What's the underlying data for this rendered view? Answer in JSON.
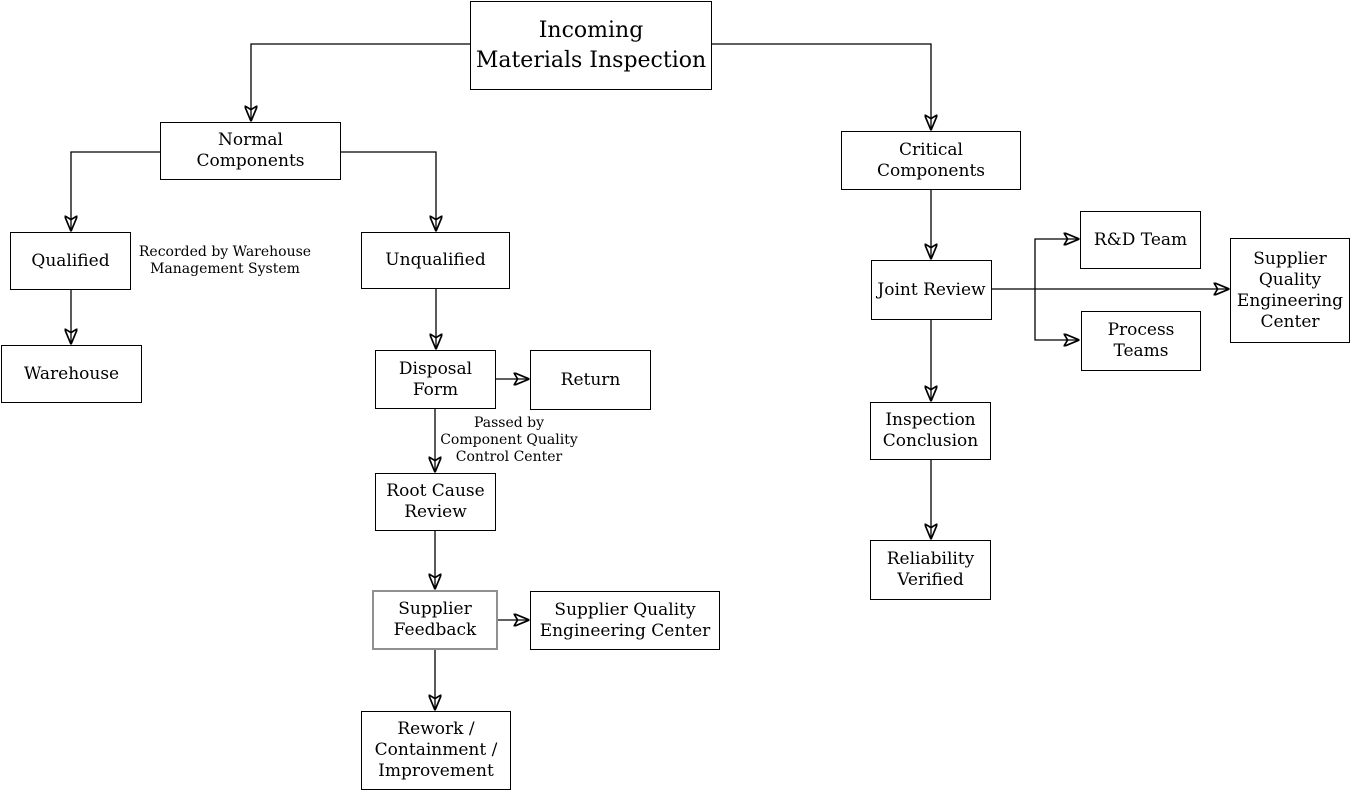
{
  "diagram": {
    "colors": {
      "background": "#ffffff",
      "box_fill": "#ffffff",
      "box_border": "#000000",
      "highlighted_box_border": "#909090",
      "edge": "#000000",
      "text": "#000000"
    },
    "nodes": {
      "incoming_materials_inspection": "Incoming\nMaterials Inspection",
      "normal_components": "Normal Components",
      "critical_components": "Critical Components",
      "qualified": "Qualified",
      "unqualified": "Unqualified",
      "warehouse": "Warehouse",
      "disposal_form": "Disposal\nForm",
      "return": "Return",
      "root_cause_review": "Root Cause\nReview",
      "supplier_feedback": "Supplier\nFeedback",
      "supplier_quality_engineering_center": "Supplier Quality\nEngineering Center",
      "rework_containment_improvement": "Rework /\nContainment /\nImprovement",
      "joint_review": "Joint Review",
      "rd_team": "R&D Team",
      "process_teams": "Process\nTeams",
      "supplier_quality_engineering_center_right": "Supplier\nQuality\nEngineering\nCenter",
      "inspection_conclusion": "Inspection\nConclusion",
      "reliability_verified": "Reliability\nVerified"
    },
    "annotations": {
      "recorded_by_warehouse": "Recorded by Warehouse\nManagement System",
      "passed_by_component_quality": "Passed by\nComponent Quality\nControl Center"
    }
  }
}
